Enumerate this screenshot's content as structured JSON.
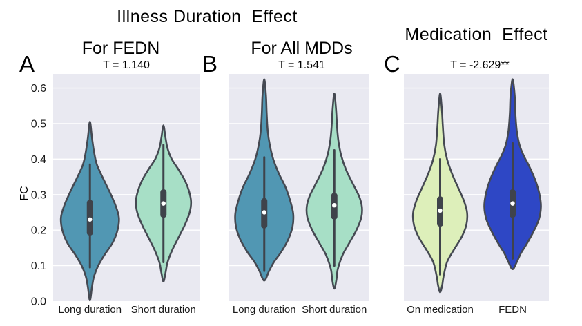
{
  "titles": {
    "illness": "Illness Duration  Effect",
    "medication": "Medication  Effect"
  },
  "chart_data": [
    {
      "type": "violin",
      "panel_label": "A",
      "title": "For FEDN",
      "stat": "T = 1.140",
      "ylabel": "FC",
      "ylim": [
        0,
        0.64
      ],
      "yticks": [
        0.0,
        0.1,
        0.2,
        0.3,
        0.4,
        0.5,
        0.6
      ],
      "show_ytick_labels": true,
      "grid": true,
      "background": "#e9e9f1",
      "gridline_color": "#ffffff",
      "outline_color": "#454952",
      "categories": [
        "Long duration",
        "Short duration"
      ],
      "series": [
        {
          "name": "Long duration",
          "color": "#5197b3",
          "tip_top": 0.505,
          "tip_bottom": 0.002,
          "median": 0.23,
          "box": [
            0.185,
            0.285
          ],
          "whisker": [
            0.095,
            0.385
          ],
          "profile": [
            [
              0.46,
              3
            ],
            [
              0.42,
              6
            ],
            [
              0.385,
              10
            ],
            [
              0.35,
              18
            ],
            [
              0.31,
              28
            ],
            [
              0.27,
              37
            ],
            [
              0.235,
              42
            ],
            [
              0.2,
              40
            ],
            [
              0.165,
              33
            ],
            [
              0.13,
              21
            ],
            [
              0.1,
              12
            ],
            [
              0.07,
              6
            ],
            [
              0.04,
              3
            ]
          ]
        },
        {
          "name": "Short duration",
          "color": "#a7dfc6",
          "tip_top": 0.495,
          "tip_bottom": 0.055,
          "median": 0.275,
          "box": [
            0.235,
            0.315
          ],
          "whisker": [
            0.11,
            0.44
          ],
          "profile": [
            [
              0.46,
              3
            ],
            [
              0.43,
              6
            ],
            [
              0.4,
              12
            ],
            [
              0.37,
              22
            ],
            [
              0.34,
              31
            ],
            [
              0.31,
              37
            ],
            [
              0.28,
              40
            ],
            [
              0.25,
              38
            ],
            [
              0.215,
              31
            ],
            [
              0.18,
              22
            ],
            [
              0.145,
              13
            ],
            [
              0.11,
              6
            ],
            [
              0.08,
              3
            ]
          ]
        }
      ]
    },
    {
      "type": "violin",
      "panel_label": "B",
      "title": "For All MDDs",
      "stat": "T = 1.541",
      "ylabel": "",
      "ylim": [
        0,
        0.64
      ],
      "yticks": [
        0.0,
        0.1,
        0.2,
        0.3,
        0.4,
        0.5,
        0.6
      ],
      "show_ytick_labels": false,
      "grid": true,
      "background": "#e9e9f1",
      "gridline_color": "#ffffff",
      "outline_color": "#454952",
      "categories": [
        "Long duration",
        "Short duration"
      ],
      "series": [
        {
          "name": "Long duration",
          "color": "#5197b3",
          "tip_top": 0.625,
          "tip_bottom": 0.058,
          "median": 0.25,
          "box": [
            0.205,
            0.29
          ],
          "whisker": [
            0.085,
            0.405
          ],
          "profile": [
            [
              0.58,
              2.5
            ],
            [
              0.53,
              3.5
            ],
            [
              0.48,
              5
            ],
            [
              0.44,
              8
            ],
            [
              0.4,
              13
            ],
            [
              0.36,
              21
            ],
            [
              0.32,
              31
            ],
            [
              0.28,
              38
            ],
            [
              0.245,
              42
            ],
            [
              0.21,
              41
            ],
            [
              0.175,
              35
            ],
            [
              0.14,
              25
            ],
            [
              0.11,
              14
            ],
            [
              0.085,
              7
            ]
          ]
        },
        {
          "name": "Short duration",
          "color": "#a7dfc6",
          "tip_top": 0.585,
          "tip_bottom": 0.035,
          "median": 0.27,
          "box": [
            0.23,
            0.305
          ],
          "whisker": [
            0.1,
            0.425
          ],
          "profile": [
            [
              0.54,
              2.5
            ],
            [
              0.49,
              4
            ],
            [
              0.45,
              6
            ],
            [
              0.41,
              10
            ],
            [
              0.37,
              17
            ],
            [
              0.33,
              27
            ],
            [
              0.295,
              36
            ],
            [
              0.265,
              40
            ],
            [
              0.235,
              39
            ],
            [
              0.2,
              32
            ],
            [
              0.165,
              22
            ],
            [
              0.13,
              12
            ],
            [
              0.09,
              5
            ],
            [
              0.06,
              3
            ]
          ]
        }
      ]
    },
    {
      "type": "violin",
      "panel_label": "C",
      "title": "",
      "stat": "T = -2.629**",
      "ylabel": "",
      "ylim": [
        0,
        0.64
      ],
      "yticks": [
        0.0,
        0.1,
        0.2,
        0.3,
        0.4,
        0.5,
        0.6
      ],
      "show_ytick_labels": false,
      "grid": true,
      "background": "#e9e9f1",
      "gridline_color": "#ffffff",
      "outline_color": "#454952",
      "categories": [
        "On medication",
        "FEDN"
      ],
      "series": [
        {
          "name": "On medication",
          "color": "#ddefba",
          "tip_top": 0.585,
          "tip_bottom": 0.025,
          "median": 0.255,
          "box": [
            0.21,
            0.295
          ],
          "whisker": [
            0.075,
            0.4
          ],
          "profile": [
            [
              0.54,
              2.5
            ],
            [
              0.49,
              4
            ],
            [
              0.44,
              6
            ],
            [
              0.4,
              10
            ],
            [
              0.36,
              17
            ],
            [
              0.32,
              26
            ],
            [
              0.285,
              34
            ],
            [
              0.25,
              39
            ],
            [
              0.215,
              38
            ],
            [
              0.18,
              31
            ],
            [
              0.145,
              20
            ],
            [
              0.11,
              10
            ],
            [
              0.07,
              5
            ],
            [
              0.045,
              3
            ]
          ]
        },
        {
          "name": "FEDN",
          "color": "#2e47c5",
          "tip_top": 0.625,
          "tip_bottom": 0.09,
          "median": 0.275,
          "box": [
            0.235,
            0.315
          ],
          "whisker": [
            0.12,
            0.445
          ],
          "profile": [
            [
              0.58,
              3
            ],
            [
              0.53,
              4
            ],
            [
              0.48,
              6
            ],
            [
              0.44,
              10
            ],
            [
              0.41,
              16
            ],
            [
              0.38,
              24
            ],
            [
              0.34,
              33
            ],
            [
              0.3,
              39
            ],
            [
              0.265,
              41
            ],
            [
              0.23,
              38
            ],
            [
              0.195,
              30
            ],
            [
              0.16,
              20
            ],
            [
              0.135,
              12
            ],
            [
              0.11,
              6
            ]
          ]
        }
      ]
    }
  ]
}
